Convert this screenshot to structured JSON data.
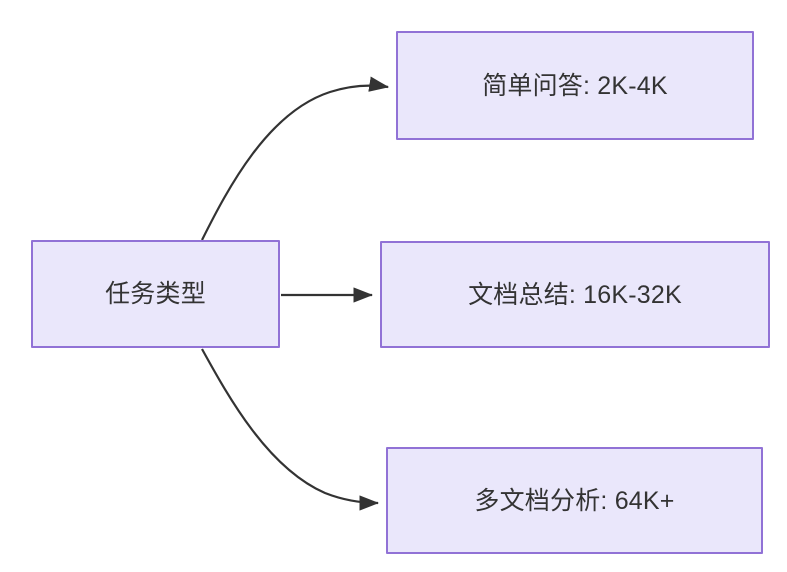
{
  "diagram": {
    "type": "flowchart",
    "direction": "left-to-right",
    "background_color": "#ffffff",
    "node_fill_color": "#eae7fb",
    "node_border_color": "#9172d6",
    "node_text_color": "#333333",
    "edge_color": "#333333",
    "root": {
      "id": "root",
      "label": "任务类型"
    },
    "branches": [
      {
        "id": "simple-qa",
        "label": "简单问答: 2K-4K",
        "task": "简单问答",
        "context_range": "2K-4K",
        "edge_style": "curved-up"
      },
      {
        "id": "doc-summary",
        "label": "文档总结: 16K-32K",
        "task": "文档总结",
        "context_range": "16K-32K",
        "edge_style": "straight"
      },
      {
        "id": "multidoc",
        "label": "多文档分析: 64K+",
        "task": "多文档分析",
        "context_range": "64K+",
        "edge_style": "curved-down"
      }
    ]
  }
}
